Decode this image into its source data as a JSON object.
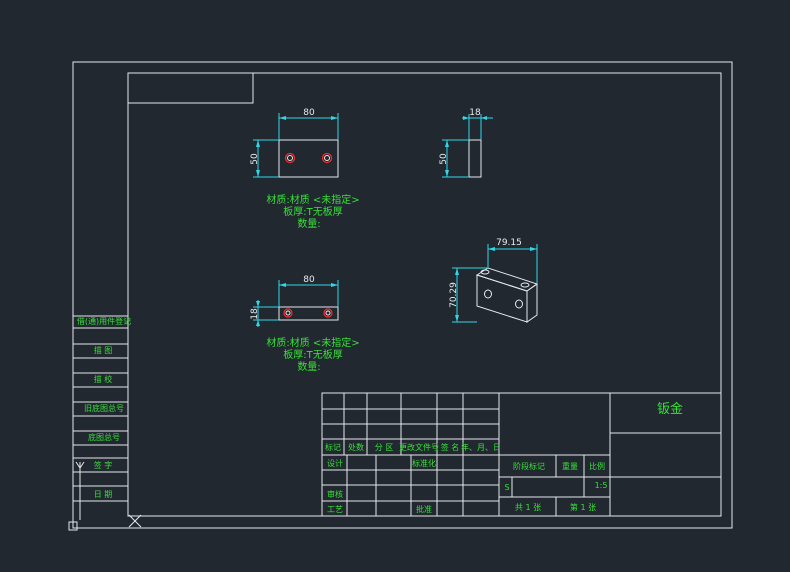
{
  "drawing": {
    "title": "钣金",
    "views": {
      "front": {
        "width_dim": "80",
        "height_dim": "50"
      },
      "side": {
        "width_dim": "18",
        "height_dim": "50"
      },
      "top": {
        "width_dim": "80",
        "height_dim": "18"
      },
      "iso": {
        "width_dim": "79.15",
        "height_dim": "70.29"
      }
    },
    "notes": [
      {
        "material": "材质:材质 <未指定>",
        "thickness": "板厚:T无板厚",
        "qty": "数量:"
      },
      {
        "material": "材质:材质 <未指定>",
        "thickness": "板厚:T无板厚",
        "qty": "数量:"
      }
    ],
    "left_strip": [
      "借(通)用件登记",
      "描 图",
      "描 校",
      "旧底图总号",
      "底图总号",
      "签 字",
      "日 期"
    ],
    "title_block": {
      "rev_headers": [
        "标记",
        "处数",
        "分 区",
        "更改文件号",
        "签 名",
        "年、月、日"
      ],
      "design": "设计",
      "standardize": "标准化",
      "review": "审核",
      "process": "工艺",
      "approve": "批准",
      "stage_mark": "阶段标记",
      "weight": "重量",
      "scale": "比例",
      "stage_s": "S",
      "scale_value": "1:5",
      "sheets_total": "共 1 张",
      "sheet_no": "第 1 张"
    }
  }
}
